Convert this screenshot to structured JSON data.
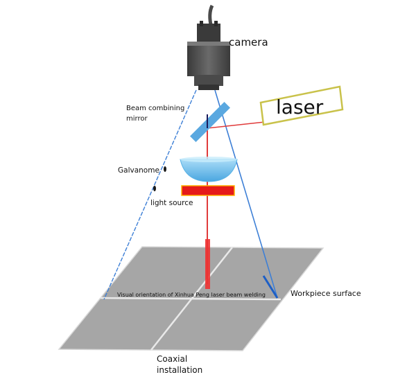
{
  "labels": {
    "camera": "camera",
    "laser": "laser",
    "beam_combining_mirror": "Beam combining mirror",
    "galvanome": "Galvanome",
    "light_source": "light source",
    "visual_orientation": "Visual orientation of Xinhua Peng laser beam welding",
    "workpiece_surface": "Workpiece surface",
    "coaxial_installation": "Coaxial installation"
  },
  "colors": {
    "camera_body": "#555555",
    "camera_dark": "#2e2e2e",
    "laser_box": "#c9c24a",
    "laser_beam": "#e03a3a",
    "mirror": "#5aa8e0",
    "lens": "#7cc4ee",
    "light_source": "#e51a1a",
    "light_source_glow": "#ffb000",
    "view_lines": "#3d7fd6",
    "workpiece": "#a5a5a5",
    "workpiece_border": "#8c8c8c"
  }
}
